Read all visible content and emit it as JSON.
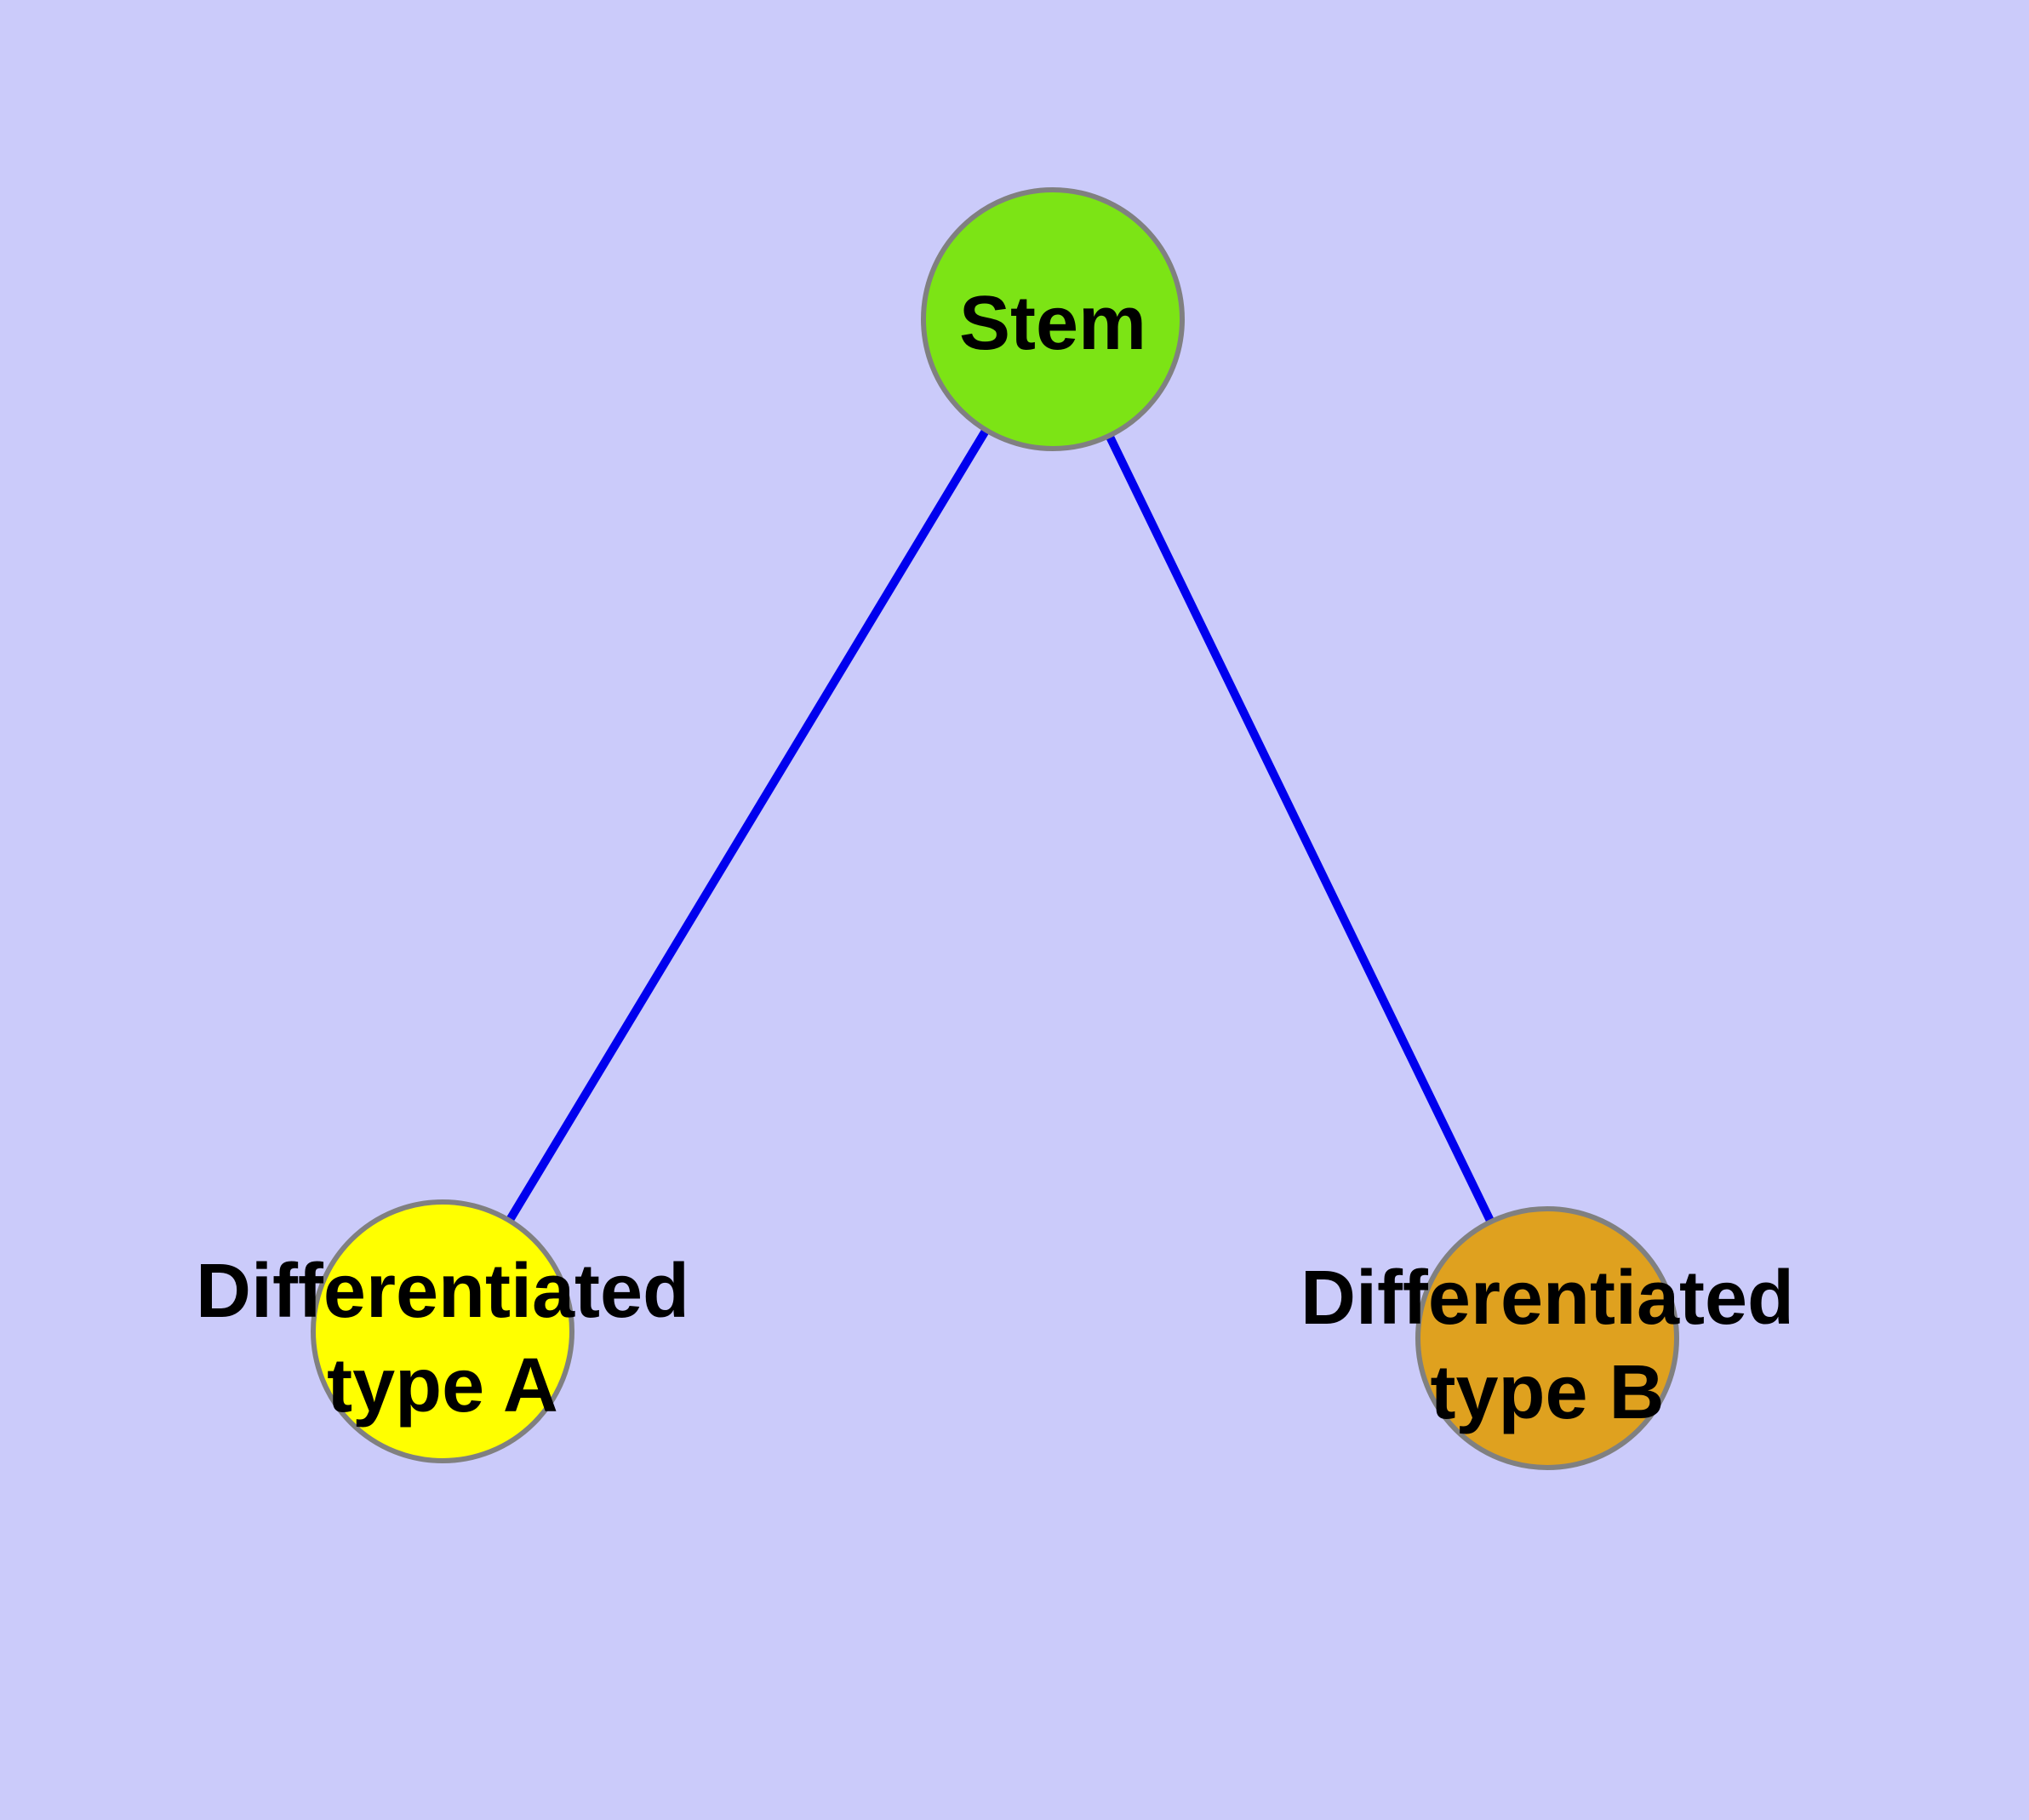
{
  "diagram": {
    "background_color": "#CBCBFA",
    "node_border_color": "#808080",
    "edge_color": "#0000EE",
    "label_color": "#000000",
    "nodes": {
      "stem": {
        "label": "Stem",
        "fill": "#7CE415"
      },
      "type_a": {
        "label_line1": "Differentiated",
        "label_line2": "type A",
        "fill": "#FFFF00"
      },
      "type_b": {
        "label_line1": "Differentiated",
        "label_line2": "type B",
        "fill": "#DFA11F"
      }
    },
    "edges": [
      {
        "from": "Stem",
        "to": "Differentiated type A"
      },
      {
        "from": "Stem",
        "to": "Differentiated type B"
      }
    ]
  }
}
